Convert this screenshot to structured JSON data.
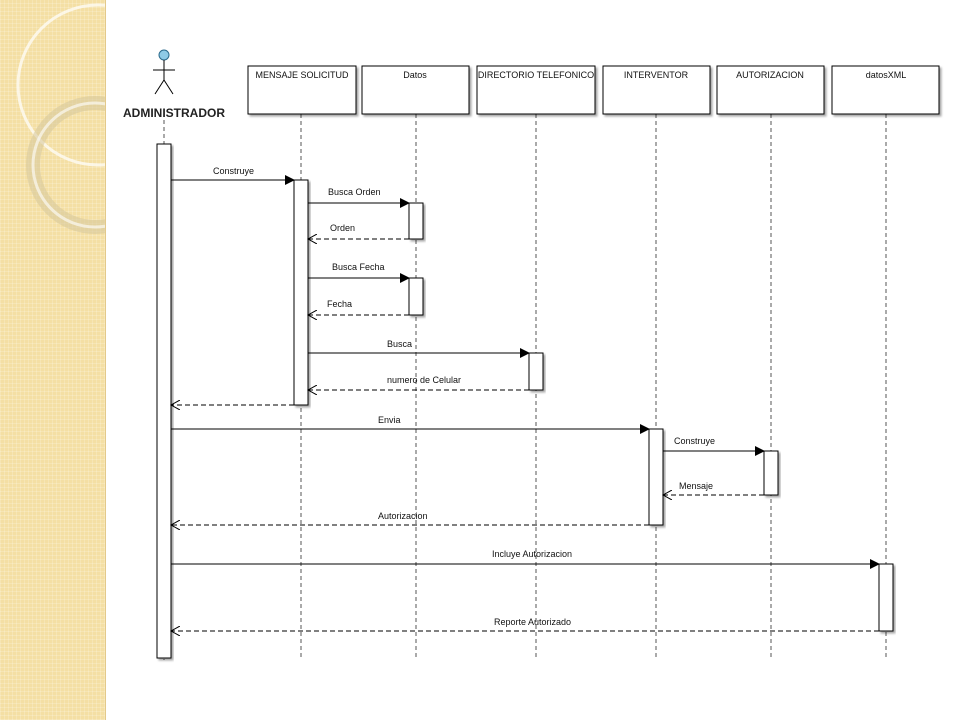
{
  "actor": {
    "name": "ADMINISTRADOR"
  },
  "lifelines": [
    {
      "id": "mensaje",
      "label": "MENSAJE SOLICITUD"
    },
    {
      "id": "datos",
      "label": "Datos"
    },
    {
      "id": "directorio",
      "label": "DIRECTORIO TELEFONICO"
    },
    {
      "id": "interventor",
      "label": "INTERVENTOR"
    },
    {
      "id": "autorizacion",
      "label": "AUTORIZACION"
    },
    {
      "id": "datosxml",
      "label": "datosXML"
    }
  ],
  "messages": [
    {
      "label": "Construye",
      "from": "admin",
      "to": "mensaje",
      "kind": "call"
    },
    {
      "label": "Busca Orden",
      "from": "mensaje",
      "to": "datos",
      "kind": "call"
    },
    {
      "label": "Orden",
      "from": "datos",
      "to": "mensaje",
      "kind": "return"
    },
    {
      "label": "Busca Fecha",
      "from": "mensaje",
      "to": "datos",
      "kind": "call"
    },
    {
      "label": "Fecha",
      "from": "datos",
      "to": "mensaje",
      "kind": "return"
    },
    {
      "label": "Busca",
      "from": "mensaje",
      "to": "directorio",
      "kind": "call"
    },
    {
      "label": "numero de Celular",
      "from": "directorio",
      "to": "mensaje",
      "kind": "return"
    },
    {
      "label": "",
      "from": "mensaje",
      "to": "admin",
      "kind": "return"
    },
    {
      "label": "Envia",
      "from": "admin",
      "to": "interventor",
      "kind": "call"
    },
    {
      "label": "Construye",
      "from": "interventor",
      "to": "autorizacion",
      "kind": "call"
    },
    {
      "label": "Mensaje",
      "from": "autorizacion",
      "to": "interventor",
      "kind": "return"
    },
    {
      "label": "Autorizacion",
      "from": "interventor",
      "to": "admin",
      "kind": "return"
    },
    {
      "label": "Incluye Autorizacion",
      "from": "admin",
      "to": "datosxml",
      "kind": "call"
    },
    {
      "label": "Reporte Autorizado",
      "from": "datosxml",
      "to": "admin",
      "kind": "return"
    }
  ],
  "colors": {
    "side_panel": "#f4dfa4",
    "actor_head": "#8ecae6",
    "line": "#000000",
    "box_fill": "#ffffff"
  }
}
